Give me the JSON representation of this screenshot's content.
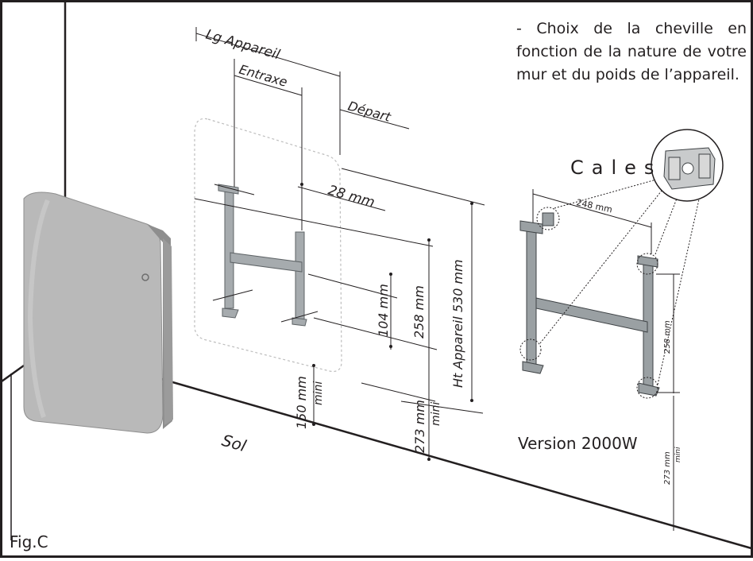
{
  "figure_label": "Fig.C",
  "note_text": "- Choix de la cheville en fonction de la nature de votre mur et du poids de l’appareil.",
  "cales_label": "Cales",
  "version_label": "Version 2000W",
  "sol_label": "Sol",
  "dimensions": {
    "lg_appareil": "Lg Appareil",
    "entraxe": "Entraxe",
    "depart": "Départ",
    "d28": "28 mm",
    "d104": "104 mm",
    "d258": "258 mm",
    "ht_appareil": "Ht Appareil 530 mm",
    "d150": "150 mm",
    "d150_mini": "mini",
    "d273": "273 mm",
    "d273_mini": "mini",
    "r248": "248 mm",
    "r258": "258 mm",
    "r273": "273 mm",
    "r273_mini": "mini"
  },
  "colors": {
    "line": "#231f20",
    "heater_body": "#b9b9b9",
    "heater_shade": "#8e8e8e",
    "bracket": "#9aa0a3"
  }
}
